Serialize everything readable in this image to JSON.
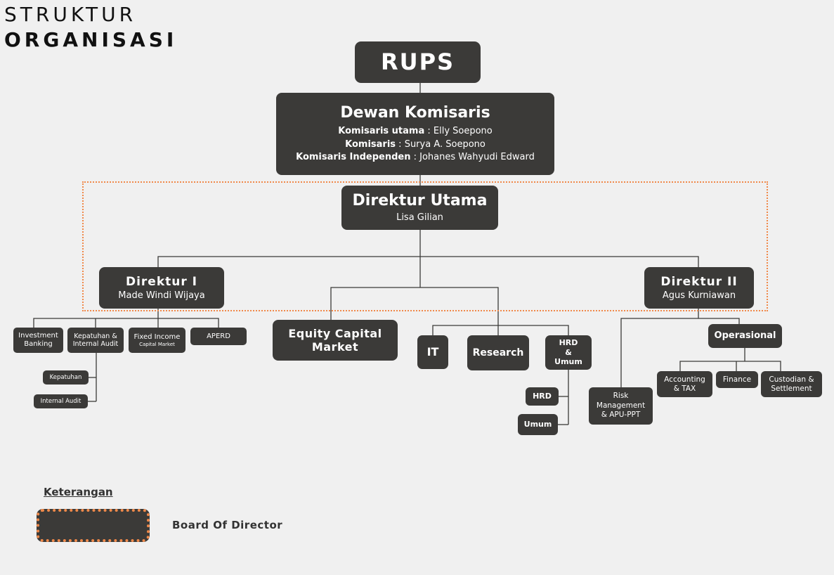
{
  "title": {
    "line1": "STRUKTUR",
    "line2": "ORGANISASI"
  },
  "rups": "RUPS",
  "dewan": {
    "title": "Dewan Komisaris",
    "rows": [
      {
        "label": "Komisaris utama",
        "value": " : Elly Soepono"
      },
      {
        "label": "Komisaris",
        "value": " : Surya A. Soepono"
      },
      {
        "label": "Komisaris Independen",
        "value": " : Johanes Wahyudi Edward"
      }
    ]
  },
  "direktur_utama": {
    "title": "Direktur Utama",
    "name": "Lisa Gilian"
  },
  "direktur_1": {
    "title": "Direktur I",
    "name": "Made Windi Wijaya"
  },
  "direktur_2": {
    "title": "Direktur II",
    "name": "Agus Kurniawan"
  },
  "units": {
    "investment_banking": "Investment Banking",
    "kepatuhan_audit": "Kepatuhan & Internal Audit",
    "fixed_income": "Fixed Income",
    "fixed_income_sub": "Capital Market",
    "aperd": "APERD",
    "kepatuhan": "Kepatuhan",
    "internal_audit": "Internal Audit",
    "ecm_line1": "Equity Capital",
    "ecm_line2": "Market",
    "it": "IT",
    "research": "Research",
    "hrd_umum_1": "HRD",
    "hrd_umum_2": "&",
    "hrd_umum_3": "Umum",
    "hrd": "HRD",
    "umum": "Umum",
    "risk_1": "Risk",
    "risk_2": "Management",
    "risk_3": "& APU-PPT",
    "operasional": "Operasional",
    "accounting_1": "Accounting",
    "accounting_2": "& TAX",
    "finance": "Finance",
    "custodian_1": "Custodian &",
    "custodian_2": "Settlement"
  },
  "legend": {
    "title": "Keterangan",
    "label": "Board Of Director"
  },
  "colors": {
    "box": "#3b3a38",
    "accent": "#f0894a",
    "background": "#f0f0f0"
  }
}
